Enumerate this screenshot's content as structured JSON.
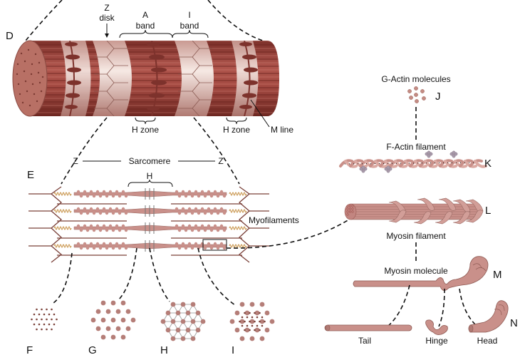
{
  "figure": {
    "panels": {
      "D": "D",
      "E": "E",
      "F": "F",
      "G": "G",
      "H": "H",
      "I": "I",
      "J": "J",
      "K": "K",
      "L": "L",
      "M": "M",
      "N": "N"
    },
    "muscle_fiber": {
      "z_disk": [
        "Z",
        "disk"
      ],
      "a_band": [
        "A",
        "band"
      ],
      "i_band": [
        "I",
        "band"
      ],
      "h_zone_1": "H zone",
      "h_zone_2": "H zone",
      "m_line": "M line"
    },
    "sarcomere": {
      "z_left": "Z",
      "z_right": "Z",
      "label": "Sarcomere",
      "h": "H",
      "myofilaments": "Myofilaments"
    },
    "actin": {
      "g_actin": "G-Actin molecules",
      "f_actin": "F-Actin filament"
    },
    "myosin": {
      "filament": "Myosin filament",
      "molecule": "Myosin molecule",
      "tail": "Tail",
      "hinge": "Hinge",
      "head": "Head"
    },
    "colors": {
      "muscle_dark": "#8e3b34",
      "muscle_mid": "#b86a5f",
      "muscle_light": "#f3e2dc",
      "myosin": "#c9908a",
      "actin_line": "#7a4a40",
      "titin": "#c8944a",
      "dot": "#7a4038"
    }
  }
}
